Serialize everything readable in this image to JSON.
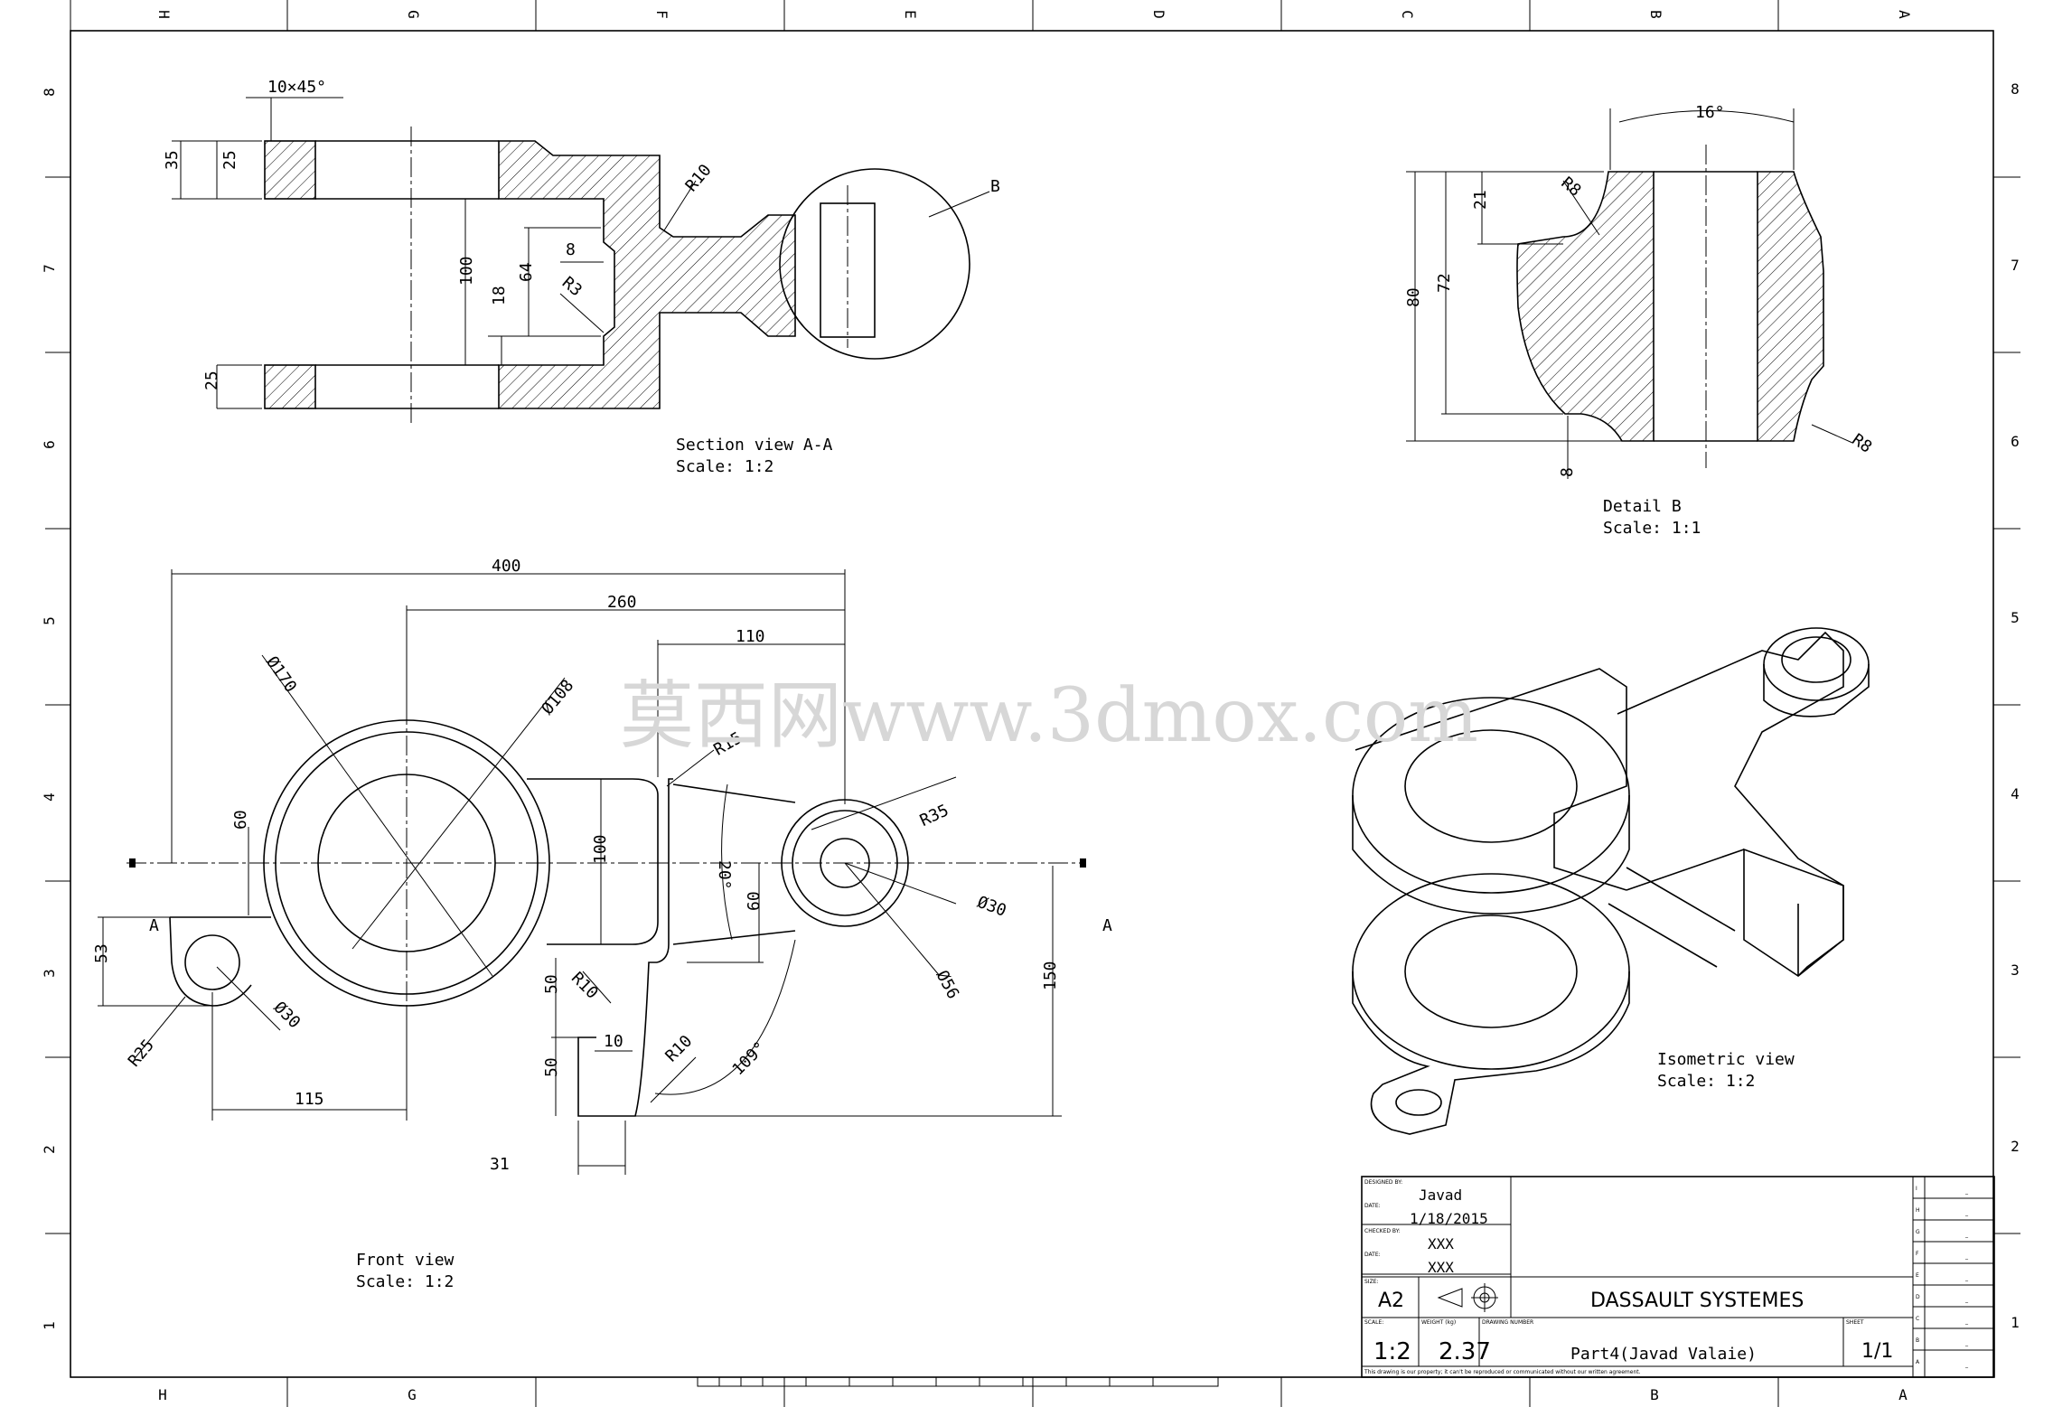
{
  "border": {
    "top_letters": [
      "H",
      "G",
      "F",
      "E",
      "D",
      "C",
      "B",
      "A"
    ],
    "bottom_letters": [
      "H",
      "G",
      "B",
      "A"
    ],
    "side_numbers": [
      "8",
      "7",
      "6",
      "5",
      "4",
      "3",
      "2",
      "1"
    ]
  },
  "watermark": "莫西网www.3dmox.com",
  "section_view": {
    "title": "Section view A-A",
    "scale": "Scale:  1:2",
    "dims": {
      "chamfer": "10×45°",
      "d35": "35",
      "d25a": "25",
      "d25b": "25",
      "d100": "100",
      "d18": "18",
      "d64": "64",
      "d8": "8",
      "r3": "R3",
      "r10": "R10",
      "detail_ref": "B"
    }
  },
  "detail_view": {
    "title": "Detail B",
    "scale": "Scale:  1:1",
    "dims": {
      "angle": "16°",
      "r8a": "R8",
      "r8b": "R8",
      "d21": "21",
      "d72": "72",
      "d80": "80",
      "d8": "8"
    }
  },
  "front_view": {
    "title": "Front view",
    "scale": "Scale:  1:2",
    "dims": {
      "d400": "400",
      "d260": "260",
      "d110": "110",
      "dia170": "Ø170",
      "dia108": "Ø108",
      "r15": "R15",
      "r35": "R35",
      "d60": "60",
      "d100": "100",
      "a20": "20°",
      "d60b": "60",
      "dia30a": "Ø30",
      "dia56": "Ø56",
      "d150": "150",
      "d53": "53",
      "r25": "R25",
      "dia30b": "Ø30",
      "d115": "115",
      "d50a": "50",
      "r10a": "R10",
      "d10": "10",
      "r10b": "R10",
      "a109": "109°",
      "d50b": "50",
      "d31": "31",
      "secA_left": "A",
      "secA_right": "A"
    }
  },
  "iso_view": {
    "title": "Isometric view",
    "scale": "Scale:  1:2"
  },
  "title_block": {
    "drawn_by_label": "DESIGNED BY:",
    "drawn_by": "Javad",
    "date_label": "DATE:",
    "date": "1/18/2015",
    "checked_label": "CHECKED BY:",
    "checked_by": "XXX",
    "date2_label": "DATE:",
    "date2": "XXX",
    "size_label": "SIZE:",
    "size": "A2",
    "company": "DASSAULT SYSTEMES",
    "scale_label": "SCALE:",
    "scale": "1:2",
    "weight_label": "WEIGHT (kg)",
    "weight": "2.37",
    "drawing_label": "DRAWING NUMBER",
    "part": "Part4(Javad Valaie)",
    "sheet_label": "SHEET",
    "sheet": "1/1",
    "footer": "This drawing is our property; it can't be reproduced or communicated without our written agreement.",
    "revisions": [
      {
        "letter": "I",
        "value": "_"
      },
      {
        "letter": "H",
        "value": "_"
      },
      {
        "letter": "G",
        "value": "_"
      },
      {
        "letter": "F",
        "value": "_"
      },
      {
        "letter": "E",
        "value": "_"
      },
      {
        "letter": "D",
        "value": "_"
      },
      {
        "letter": "C",
        "value": "_"
      },
      {
        "letter": "B",
        "value": "_"
      },
      {
        "letter": "A",
        "value": "_"
      }
    ]
  }
}
